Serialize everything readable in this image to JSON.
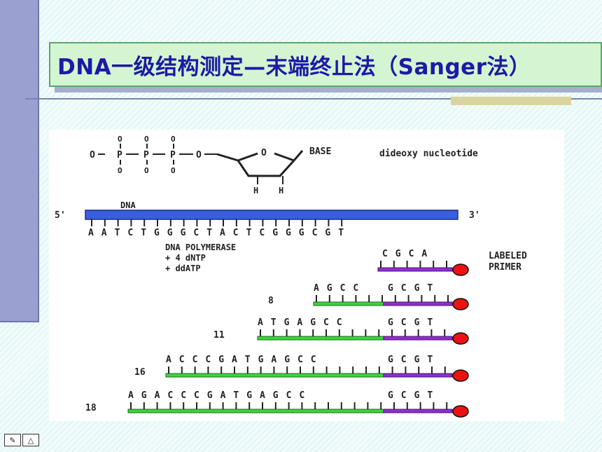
{
  "title": "DNA一级结构测定—末端终止法（Sanger法）",
  "figure": {
    "phosphate_o": "O",
    "phosphate_p": "P",
    "ring_o": "O",
    "base_label": "BASE",
    "h_label": "H",
    "dideoxy_label": "dideoxy nucleotide",
    "dna_label": "DNA",
    "five_prime": "5'",
    "three_prime": "3'",
    "template_seq": "AATCTGGGCTACTCGGGCGT",
    "polymerase_label": "DNA POLYMERASE",
    "dntp_label": "+ 4 dNTP",
    "ddatp_label": "+ ddATP",
    "labeled_primer_1": "LABELED",
    "labeled_primer_2": "PRIMER",
    "primer_seq": "CGCA",
    "fragments": [
      {
        "length": "8",
        "new_seq": "AGCC",
        "primer_seq": "GCGT"
      },
      {
        "length": "11",
        "new_seq": "ATGAGCC",
        "primer_seq": "GCGT"
      },
      {
        "length": "16",
        "new_seq": "ACCCGATGAGCC",
        "primer_seq": "GCGT"
      },
      {
        "length": "18",
        "new_seq": "AGACCCGATGAGCC",
        "primer_seq": "GCGT"
      }
    ],
    "colors": {
      "template_bar": "#3a5ee0",
      "new_strand": "#3cd43c",
      "primer": "#8f2fcf",
      "label_dot": "#ee1111"
    }
  },
  "nav": {
    "prev_icon": "pencil-icon",
    "next_icon": "triangle-icon",
    "prev_glyph": "✎",
    "next_glyph": "△"
  }
}
